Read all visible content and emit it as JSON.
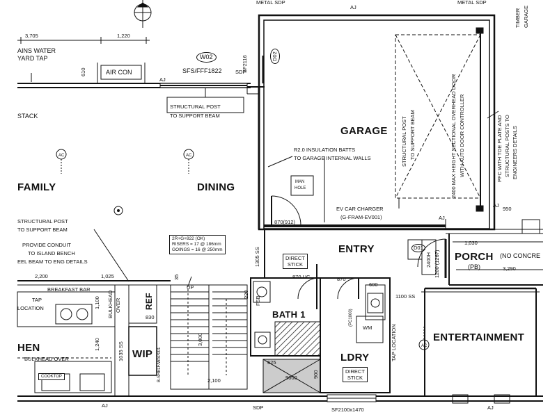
{
  "rooms": {
    "garage": "GARAGE",
    "family": "FAMILY",
    "dining": "DINING",
    "entry": "ENTRY",
    "porch": "PORCH",
    "porch_sub": "(PB)",
    "entertainment": "ENTERTAINMENT",
    "bath": "BATH 1",
    "ldry": "LDRY",
    "wip": "WIP",
    "ref": "REF",
    "kitchen": "HEN"
  },
  "notes": {
    "metal_sdp_left": "METAL SDP",
    "metal_sdp_right": "METAL SDP",
    "aj": "AJ",
    "mains_water_1": "AINS WATER",
    "mains_water_2": "YARD TAP",
    "stack": "STACK",
    "air_con": "AIR CON",
    "window_w02": "W02",
    "window_w02_size": "SFS/FFF1822",
    "sdp": "SDP",
    "sf2116": "SF2116",
    "door_d02": "D02",
    "struct_post_1": "STRUCTURAL POST",
    "struct_post_2": "TO SUPPORT BEAM",
    "insulation_1": "R2.0 INSULATION BATTS",
    "insulation_2": "TO GARAGE INTERNAL WALLS",
    "man_hole_1": "MAN",
    "man_hole_2": "HOLE",
    "ev_1": "EV CAR CHARGER",
    "ev_2": "(G-FRAM-EV001)",
    "door_870_912": "870(912)",
    "struct_post_garage_1": "STRUCTURAL POST",
    "struct_post_garage_2": "TO SUPPORT BEAM",
    "overhead_door_1": "2400 MAX HEIGHT SECTIONAL OVERHEAD DOOR",
    "overhead_door_2": "WITH AUTO DOOR CONTROLLER",
    "pfc_1": "PFC WITH TOE PLATE AND",
    "pfc_2": "STRUCTURAL POSTS TO",
    "pfc_3": "ENGINEERS DETAILS",
    "timber_1": "TIMBER",
    "timber_2": "GARAGE",
    "fam_post_1": "STRUCTURAL POST",
    "fam_post_2": "TO SUPPORT BEAM",
    "conduit_1": "PROVIDE CONDUIT",
    "conduit_2": "TO ISLAND BENCH",
    "conduit_3": "EEL BEAM TO ENG DETAILS",
    "stair_1": "2R+G+822 (OK)",
    "stair_2": "RISERS = 17 @ 186mm",
    "stair_3": "GOINGS = 16 @ 250mm",
    "direct_stick_1": "DIRECT",
    "direct_stick_2": "STICK",
    "door_870uc": "870 UC",
    "door_870": "870",
    "d01": "D01",
    "d01_size": "2400H",
    "d01_size2": "1200 (1267)",
    "no_concrete": "(NO CONCRE",
    "breakfast_bar": "BREAKFAST BAR",
    "tap_location": "TAP",
    "tap_location_2": "LOCATION",
    "bulkhead_over_1": "BULKHEAD",
    "bulkhead_over_2": "OVER",
    "bulkhead_over_kitchen": "BULKHEAD OVER",
    "cooktop": "COOKTOP",
    "shelf": "B-SHELF/WAP001",
    "up": "UP",
    "fsb": "FSB",
    "wm": "WM",
    "tap_loc_ldry": "TAP LOCATION",
    "ldry_direct_1": "DIRECT",
    "ldry_direct_2": "STICK",
    "sf2100": "SF2100x1470",
    "pc1000": "(PC1000)",
    "dim_600": "600",
    "dim_625": "625",
    "dim_9600": "9600",
    "dim_900": "900"
  },
  "dims": {
    "d3705": "3,705",
    "d1220": "1,220",
    "d610": "610",
    "d950": "950",
    "d1030": "1,030",
    "d3290": "3,290",
    "d2200": "2,200",
    "d1025": "1,025",
    "d1100": "1,100",
    "d1240": "1,240",
    "d1035": "1035 SS",
    "d830": "830",
    "d3000": "3,000",
    "d2100": "2,100",
    "d1305": "1305 SS",
    "d1100ss": "1100 SS",
    "d35": "35",
    "d220": "220"
  }
}
